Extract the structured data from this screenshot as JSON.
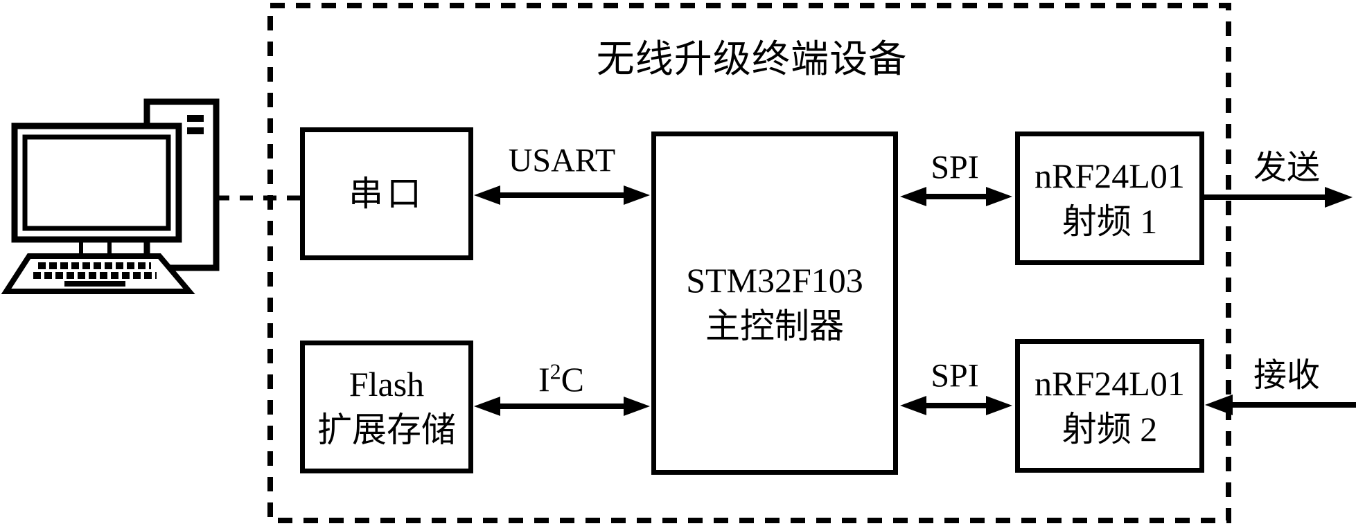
{
  "diagram": {
    "title": "无线升级终端设备",
    "boxes": {
      "serial": {
        "label": "串口"
      },
      "flash": {
        "line1": "Flash",
        "line2": "扩展存储"
      },
      "mcu": {
        "line1": "STM32F103",
        "line2": "主控制器"
      },
      "rf1": {
        "line1": "nRF24L01",
        "line2": "射频 1"
      },
      "rf2": {
        "line1": "nRF24L01",
        "line2": "射频 2"
      }
    },
    "links": {
      "usart_label": "USART",
      "i2c_base": "I",
      "i2c_sup": "2",
      "i2c_suffix": "C",
      "spi1_label": "SPI",
      "spi2_label": "SPI",
      "send_label": "发送",
      "receive_label": "接收"
    },
    "icons": {
      "computer": "desktop-computer-icon"
    },
    "colors": {
      "foreground": "#000000",
      "background": "#ffffff"
    }
  }
}
